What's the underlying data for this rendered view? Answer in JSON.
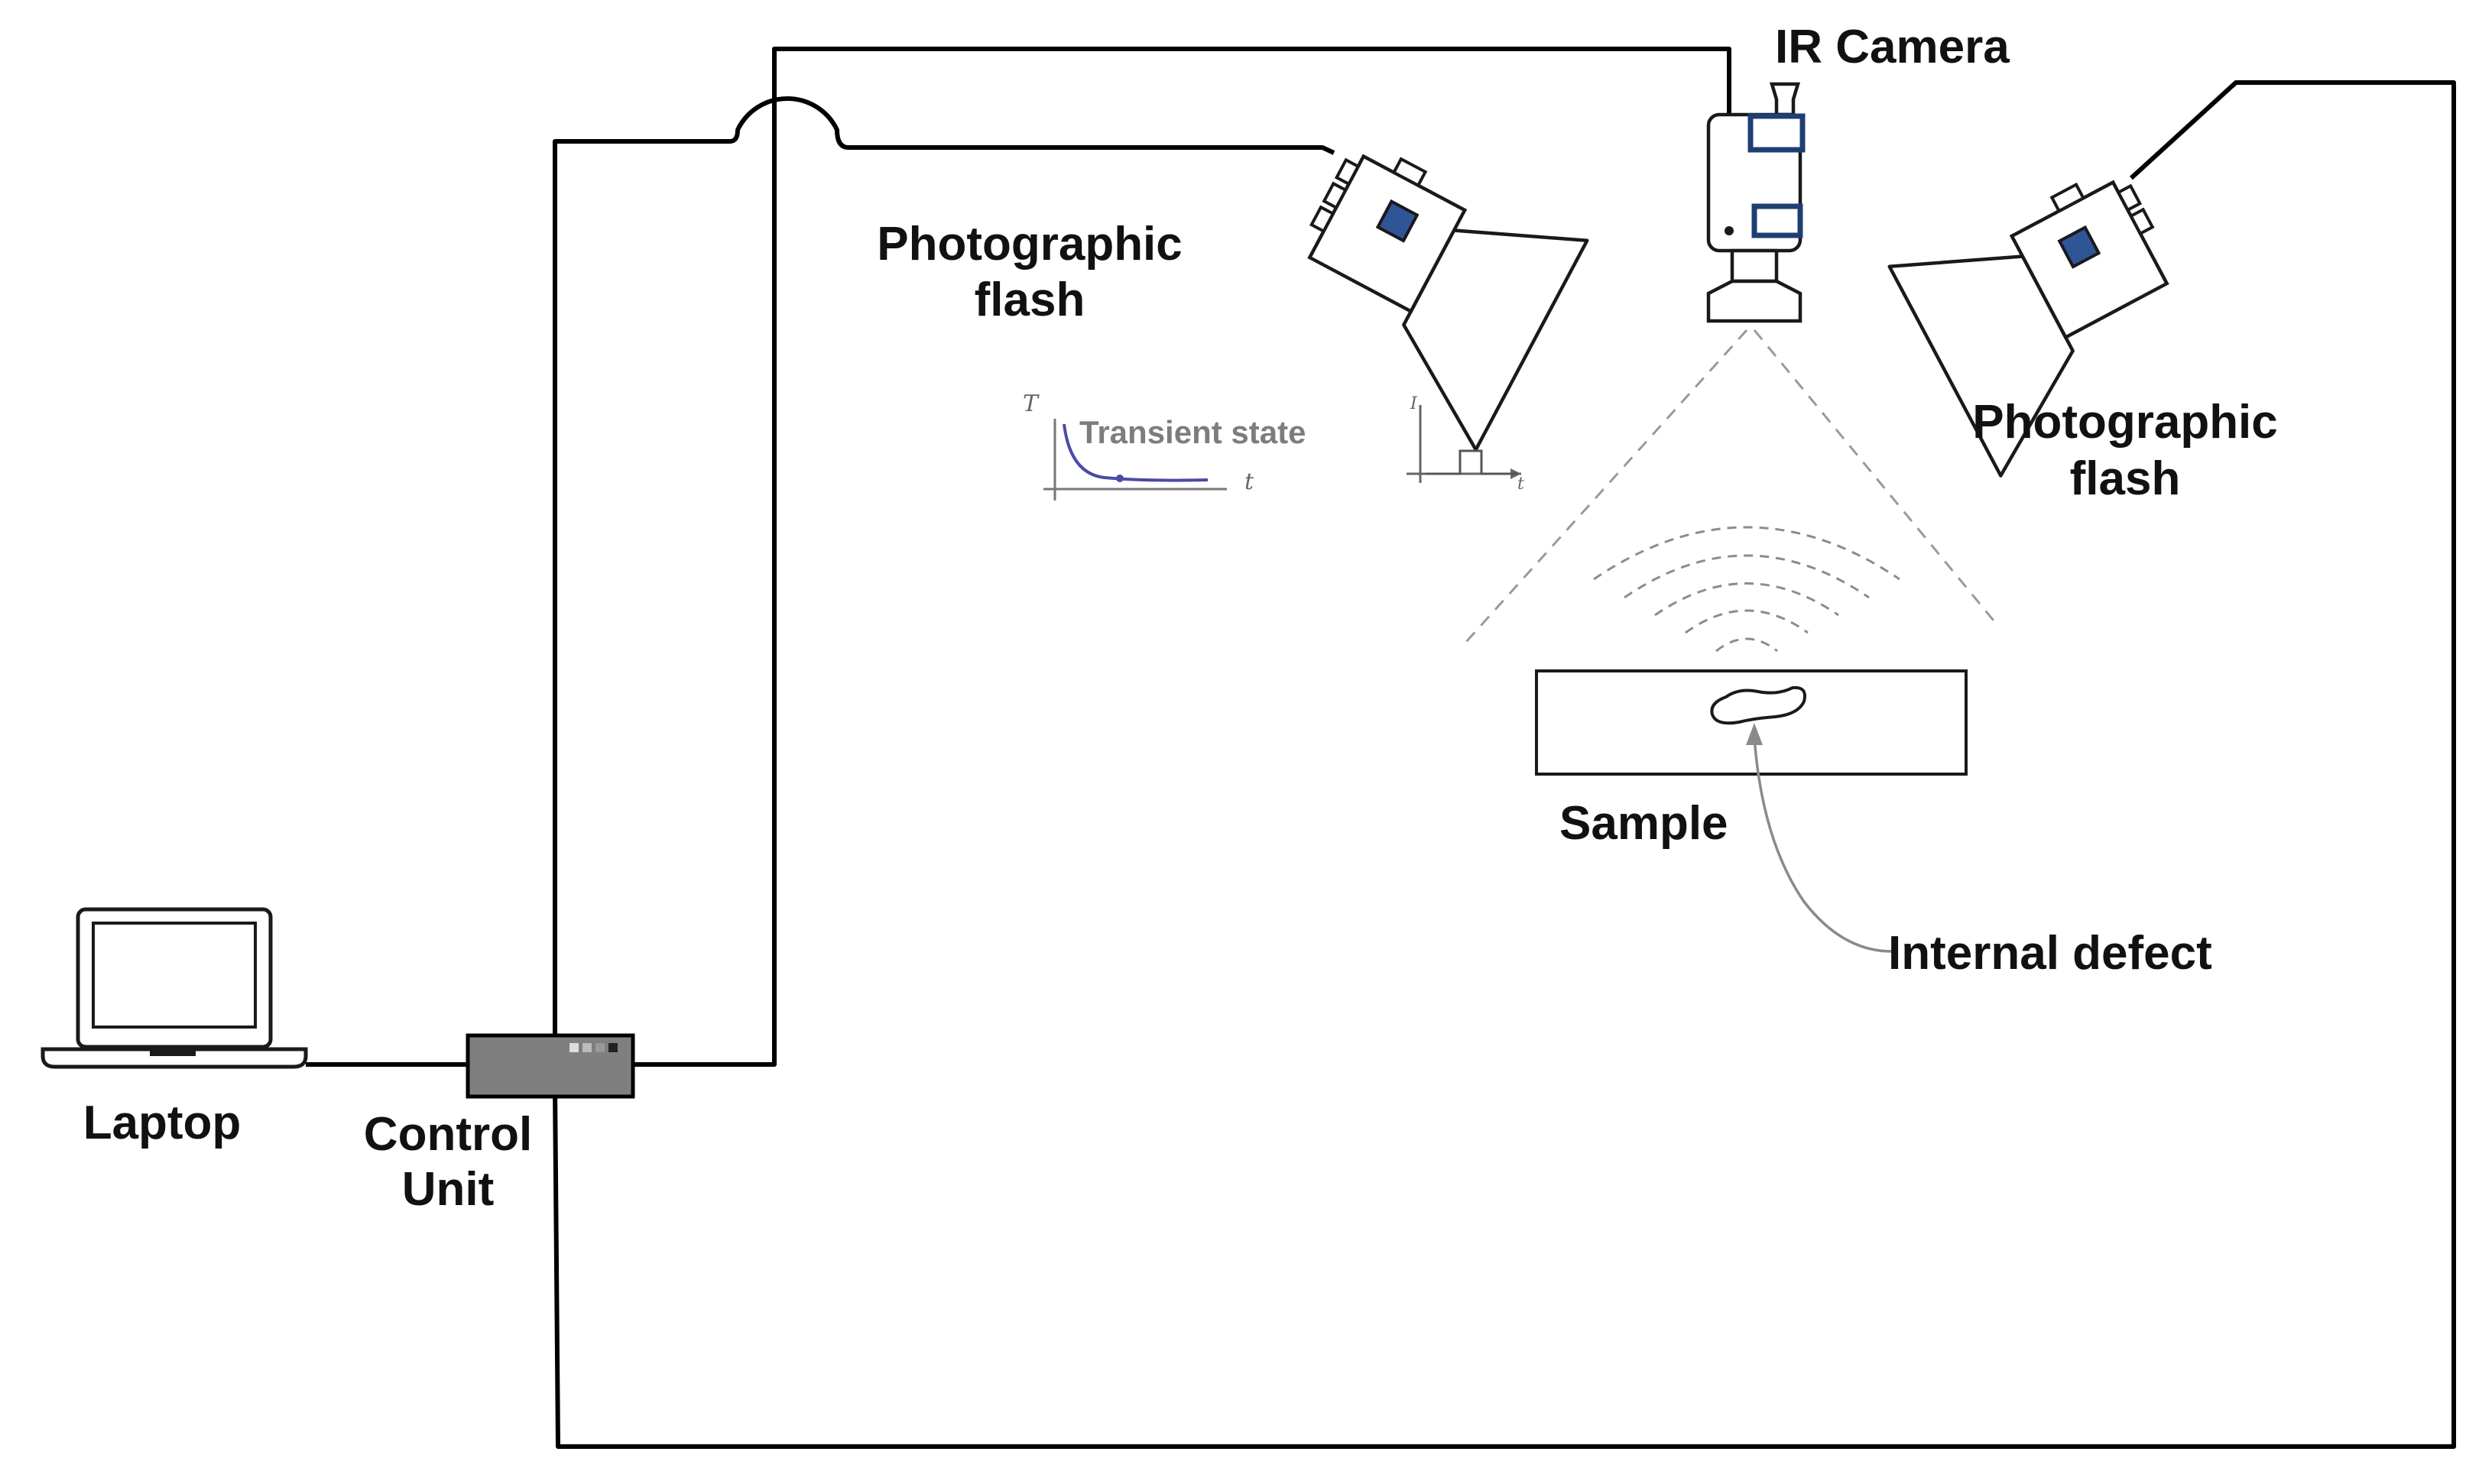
{
  "labels": {
    "ir_camera": "IR Camera",
    "flash_left_line1": "Photographic",
    "flash_left_line2": "flash",
    "flash_right_line1": "Photographic",
    "flash_right_line2": "flash",
    "transient_state": "Transient state",
    "sample": "Sample",
    "internal_defect": "Internal defect",
    "laptop": "Laptop",
    "control_unit_line1": "Control",
    "control_unit_line2": "Unit"
  },
  "axis_letters": {
    "transient_y": "T",
    "transient_x": "t",
    "pulse_y": "I",
    "pulse_x": "t"
  },
  "colors": {
    "line": "#000000",
    "camera_accent": "#1f3f73",
    "flash_accent": "#2f5597",
    "control_unit": "#7f7f7f",
    "curve": "#4a4aa8",
    "dashed": "#9a9a9a",
    "annotation_gray": "#7d7d7d"
  }
}
